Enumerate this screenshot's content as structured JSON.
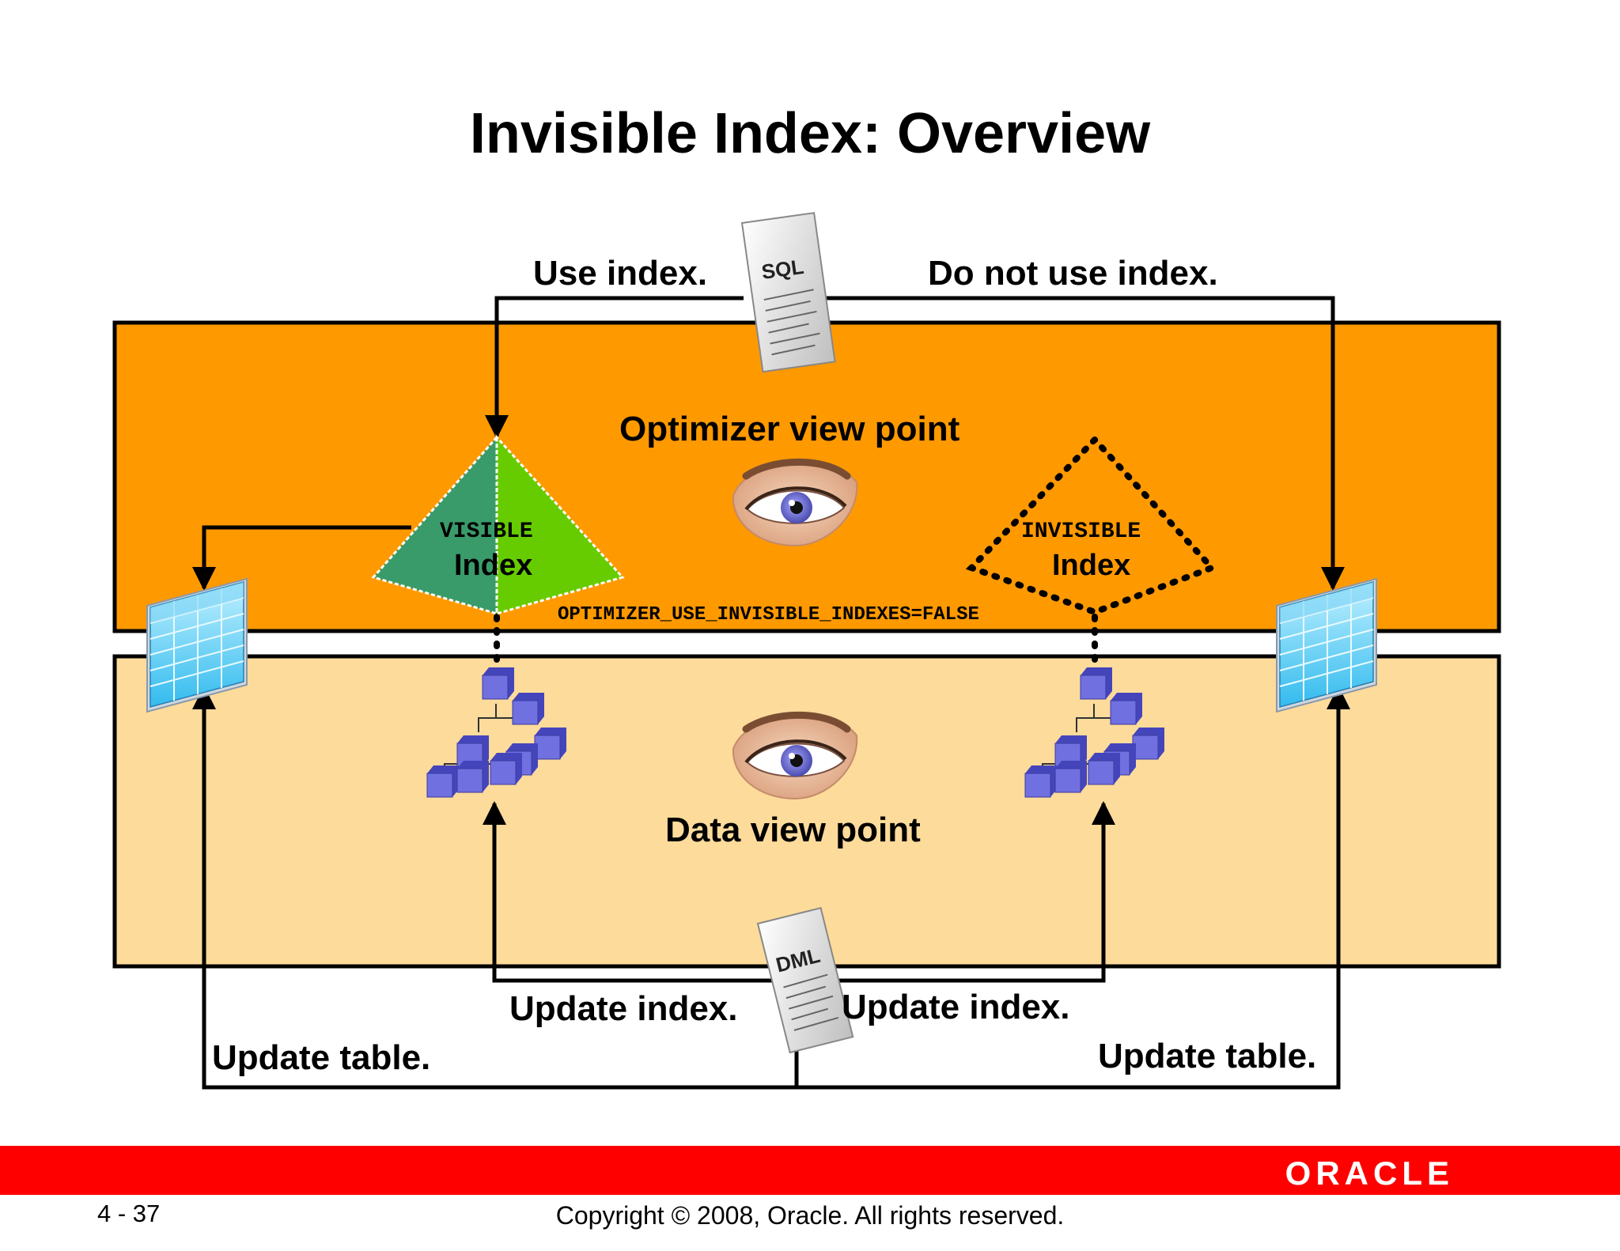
{
  "title": "Invisible Index: Overview",
  "labels": {
    "use_index": "Use index.",
    "do_not_use_index": "Do not use index.",
    "optimizer_view_point": "Optimizer view point",
    "data_view_point": "Data view point",
    "visible": "VISIBLE",
    "invisible": "INVISIBLE",
    "index_visible": "Index",
    "index_invisible": "Index",
    "parameter": "OPTIMIZER_USE_INVISIBLE_INDEXES=FALSE",
    "update_index_left": "Update index.",
    "update_index_right": "Update index.",
    "update_table_left": "Update table.",
    "update_table_right": "Update table."
  },
  "documents": {
    "sql": "SQL",
    "dml": "DML"
  },
  "footer": {
    "logo": "ORACLE",
    "page": "4 - 37",
    "copyright": "Copyright © 2008, Oracle. All rights reserved."
  },
  "colors": {
    "optimizer_layer": "#ff9900",
    "data_layer": "#fddb9b",
    "footer_bar": "#ff0000",
    "visible_index_dark": "#3a9b6a",
    "visible_index_light": "#66cc00",
    "node_blue": "#6666dd"
  },
  "icons": [
    "sql-document-icon",
    "dml-document-icon",
    "eye-icon",
    "table-grid-icon",
    "btree-icon"
  ]
}
